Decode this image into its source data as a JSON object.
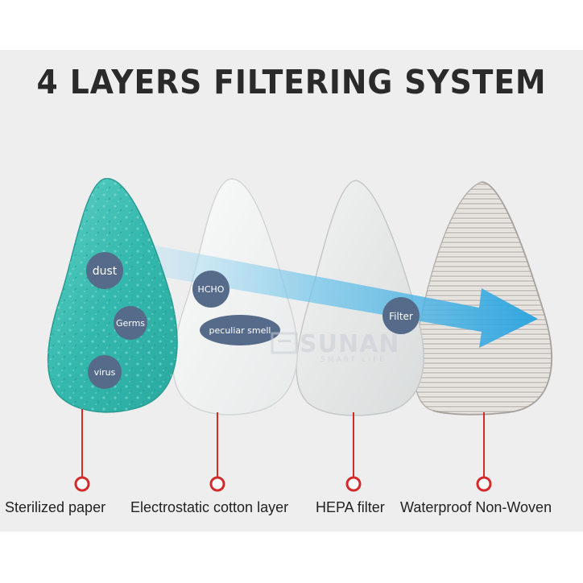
{
  "title": "4 LAYERS FILTERING SYSTEM",
  "watermark": {
    "main": "SUNAN",
    "sub": "SMART LIFE"
  },
  "bubbles": {
    "dust": "dust",
    "germs": "Germs",
    "virus": "virus",
    "hcho": "HCHO",
    "peculiar_smell": "peculiar smell",
    "filter": "Filter"
  },
  "layers": [
    {
      "label": "Sterilized paper"
    },
    {
      "label": "Electrostatic cotton layer"
    },
    {
      "label": "HEPA filter"
    },
    {
      "label": "Waterproof Non-Woven"
    }
  ],
  "colors": {
    "panel_bg": "#eeeeee",
    "teal_layer": "#3fbcb2",
    "arrow_blue": "#2ba7e0",
    "bubble": "#566b8a",
    "connector_red": "#d42a2a"
  }
}
